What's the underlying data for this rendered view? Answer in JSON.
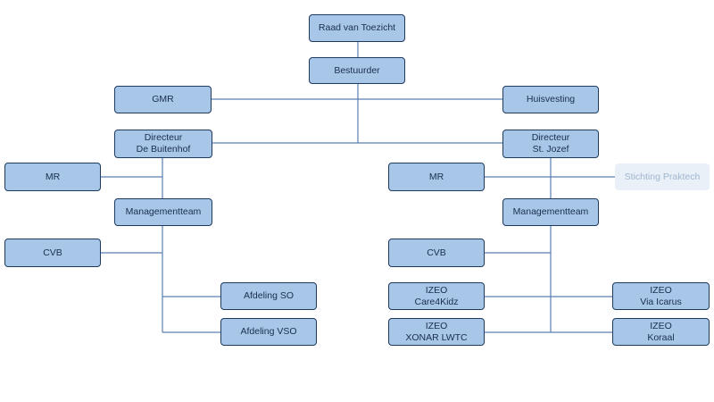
{
  "org_chart": {
    "nodes": {
      "raad": "Raad van Toezicht",
      "bestuurder": "Bestuurder",
      "gmr": "GMR",
      "huisvesting": "Huisvesting",
      "dir_buitenhof": "Directeur\nDe Buitenhof",
      "dir_jozef": "Directeur\nSt. Jozef",
      "mr_left": "MR",
      "mr_right": "MR",
      "praktech": "Stichting Praktech",
      "mt_left": "Managementteam",
      "mt_right": "Managementteam",
      "cvb_left": "CVB",
      "cvb_right": "CVB",
      "afd_so": "Afdeling SO",
      "afd_vso": "Afdeling VSO",
      "izeo_care": "IZEO\nCare4Kidz",
      "izeo_icarus": "IZEO\nVia Icarus",
      "izeo_xonar": "IZEO\nXONAR LWTC",
      "izeo_koraal": "IZEO\nKoraal"
    },
    "colors": {
      "node_fill": "#a7c6e8",
      "node_border": "#1f3a5f",
      "connector": "#5b7fb5",
      "muted_fill": "#e9f0f8",
      "muted_text": "#9fb6cf"
    }
  }
}
